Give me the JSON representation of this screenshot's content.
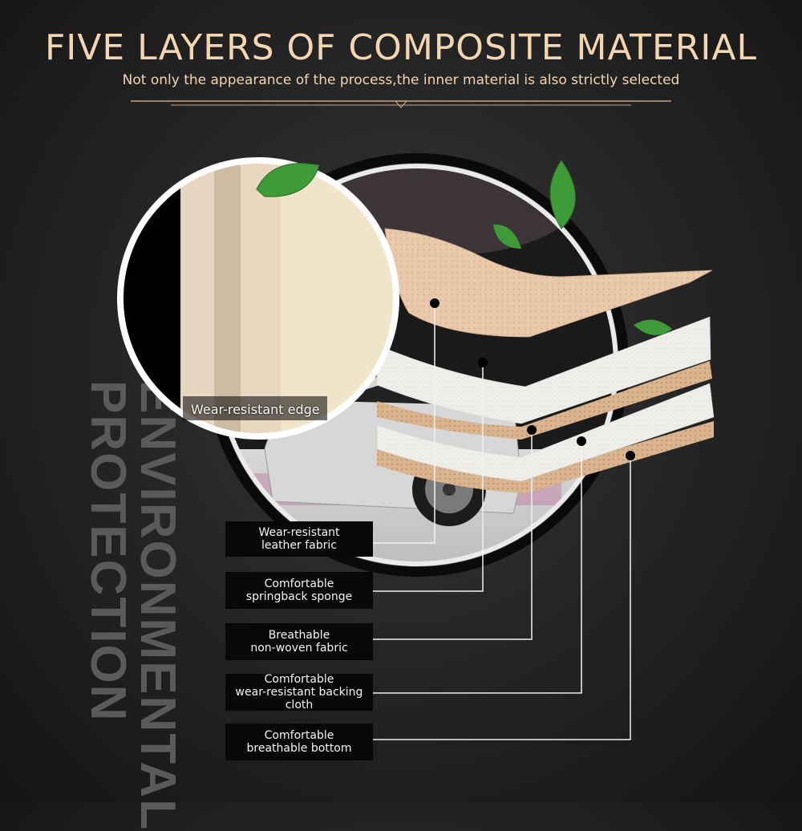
{
  "header": {
    "title": "FIVE LAYERS OF COMPOSITE MATERIAL",
    "subtitle": "Not only the appearance of the process,the inner material is also strictly selected"
  },
  "watermark": {
    "line1": "ENVIRONMENTAL",
    "line2": "PROTECTION"
  },
  "zoom_label": "Wear-resistant edge",
  "layers": [
    {
      "line1": "Wear-resistant",
      "line2": "leather fabric"
    },
    {
      "line1": "Comfortable",
      "line2": "springback sponge"
    },
    {
      "line1": "Breathable",
      "line2": "non-woven fabric"
    },
    {
      "line1": "Comfortable",
      "line2": "wear-resistant backing cloth"
    },
    {
      "line1": "Comfortable",
      "line2": "breathable bottom"
    }
  ],
  "colors": {
    "title": "#f3d5b2",
    "leather": "#e8c8a8",
    "sponge": "#efeee9",
    "leaf": "#3f9a38",
    "callout_bg": "#080808"
  },
  "icons": [
    "leaf-icon",
    "car-image",
    "zoom-circle"
  ]
}
